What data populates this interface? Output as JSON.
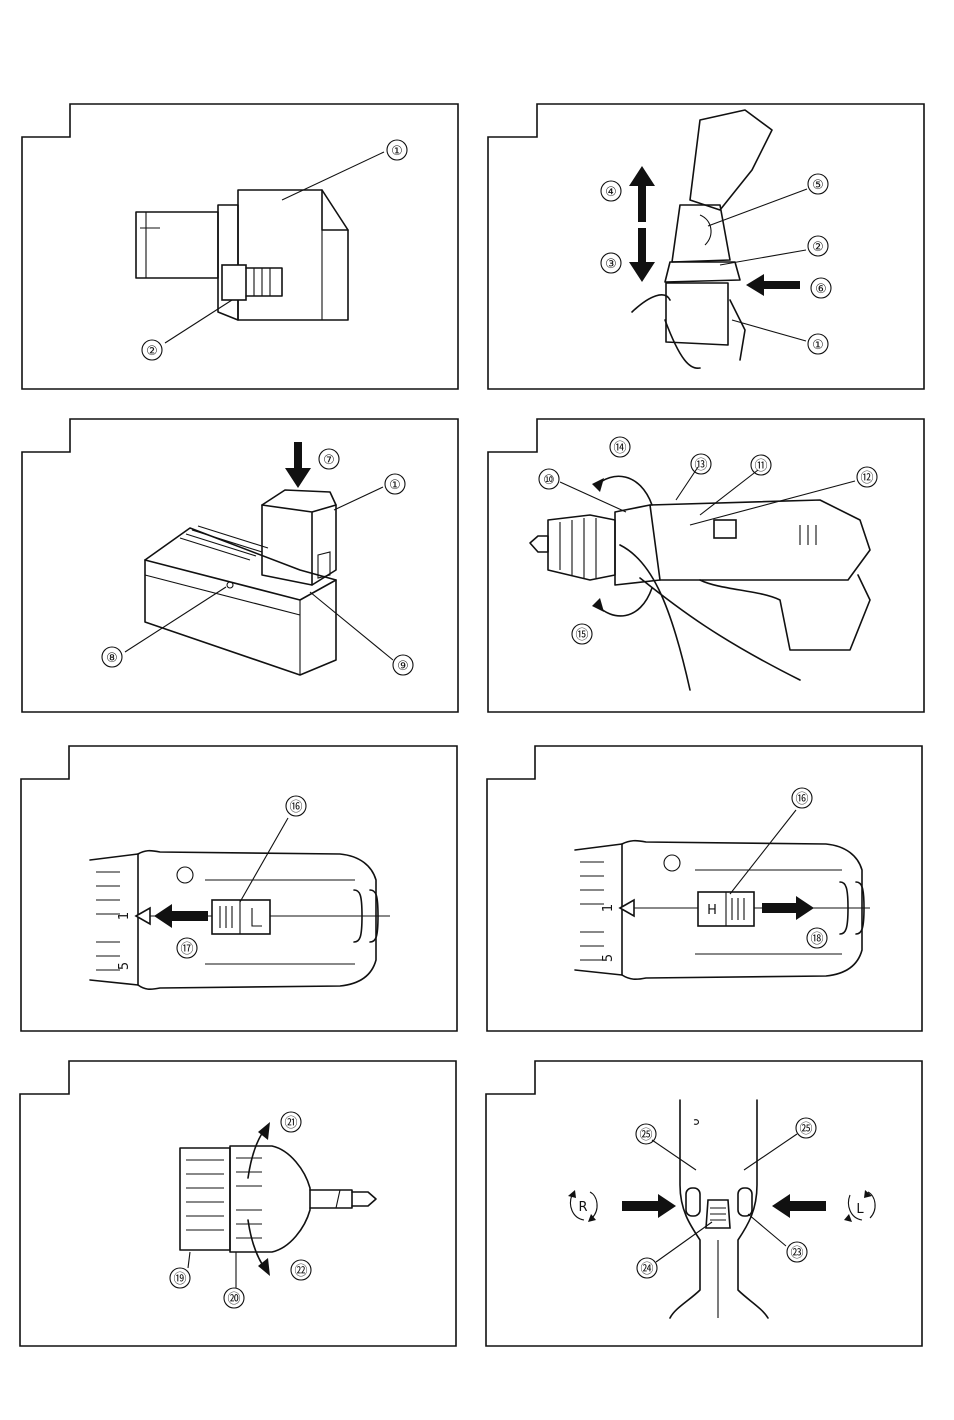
{
  "figures": [
    {
      "id": "fig1",
      "callouts": [
        "①",
        "②"
      ]
    },
    {
      "id": "fig2",
      "callouts": [
        "④",
        "③",
        "⑤",
        "②",
        "⑥",
        "①"
      ]
    },
    {
      "id": "fig3",
      "callouts": [
        "⑦",
        "①",
        "⑧",
        "⑨"
      ]
    },
    {
      "id": "fig4",
      "callouts": [
        "⑭",
        "⑬",
        "⑪",
        "⑩",
        "⑫",
        "⑮"
      ]
    },
    {
      "id": "fig5",
      "callouts": [
        "⑯",
        "⑰"
      ],
      "scale": [
        "1",
        "5"
      ]
    },
    {
      "id": "fig6",
      "callouts": [
        "⑯",
        "⑱"
      ],
      "scale": [
        "1",
        "5"
      ],
      "switch_mark": "H"
    },
    {
      "id": "fig7",
      "callouts": [
        "㉑",
        "⑲",
        "⑳",
        "㉒"
      ]
    },
    {
      "id": "fig8",
      "callouts": [
        "㉕",
        "㉕",
        "㉔",
        "㉓"
      ],
      "direction_marks": [
        "R",
        "L"
      ]
    }
  ],
  "colors": {
    "ink": "#111111",
    "paper": "#ffffff"
  }
}
